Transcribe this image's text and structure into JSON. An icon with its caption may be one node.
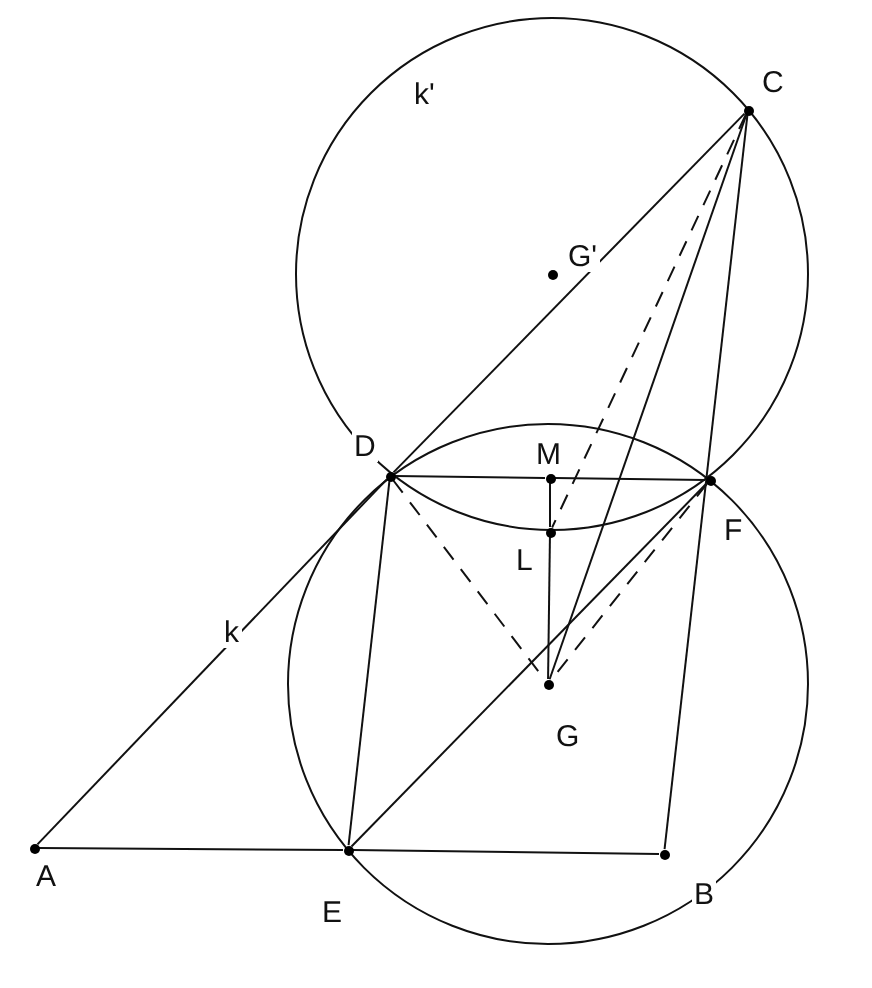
{
  "diagram": {
    "nodes": [
      {
        "text": [],
        "shape": "circle",
        "beside": [
          "C"
        ]
      },
      {
        "text": [],
        "shape": "circle",
        "beside": [
          "G'"
        ]
      },
      {
        "text": [],
        "shape": "circle",
        "beside": [
          "D"
        ]
      },
      {
        "text": [],
        "shape": "circle",
        "beside": [
          "M"
        ]
      },
      {
        "text": [],
        "shape": "circle",
        "beside": [
          "F"
        ]
      },
      {
        "text": [],
        "shape": "circle",
        "beside": [
          "L"
        ]
      },
      {
        "text": [],
        "shape": "circle",
        "beside": [
          "G"
        ]
      },
      {
        "text": [],
        "shape": "circle",
        "beside": [
          "A"
        ]
      },
      {
        "text": [],
        "shape": "circle",
        "beside": [
          "E"
        ]
      },
      {
        "text": [],
        "shape": "circle",
        "beside": [
          "B"
        ]
      }
    ],
    "edges": [
      {
        "from": 7,
        "to": 2,
        "arrow": "none"
      },
      {
        "from": 2,
        "to": 0,
        "arrow": "none"
      },
      {
        "from": 7,
        "to": 8,
        "arrow": "none"
      },
      {
        "from": 8,
        "to": 9,
        "arrow": "none"
      },
      {
        "from": 9,
        "to": 0,
        "arrow": "none"
      },
      {
        "from": 2,
        "to": 3,
        "arrow": "none"
      },
      {
        "from": 3,
        "to": 4,
        "arrow": "none"
      },
      {
        "from": 3,
        "to": 5,
        "arrow": "none"
      },
      {
        "from": 5,
        "to": 6,
        "arrow": "none"
      },
      {
        "from": 2,
        "to": 8,
        "arrow": "none"
      },
      {
        "from": 8,
        "to": 4,
        "arrow": "none"
      },
      {
        "from": 0,
        "to": 6,
        "arrow": "none"
      },
      {
        "from": 2,
        "to": 6,
        "arrow": "none",
        "style": "dashed"
      },
      {
        "from": 4,
        "to": 6,
        "arrow": "none",
        "style": "dashed"
      },
      {
        "from": 0,
        "to": 5,
        "arrow": "none",
        "style": "dashed"
      }
    ],
    "labels": [
      "k'",
      "k"
    ]
  }
}
